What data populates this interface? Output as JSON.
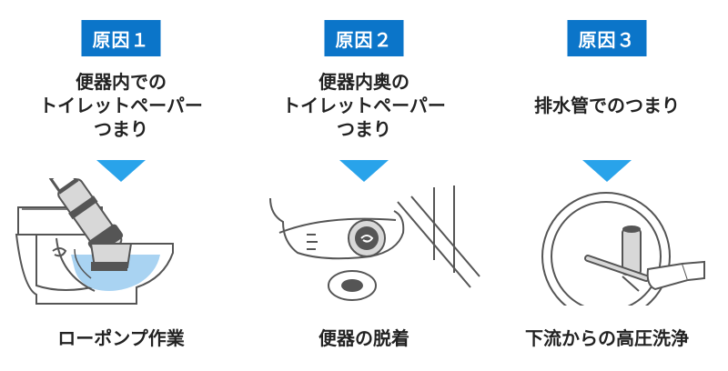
{
  "colors": {
    "badge_bg": "#0b75c9",
    "arrow": "#29a3ea",
    "water": "#a9d3f2",
    "line": "#555555",
    "fill_gray": "#d8d8d8"
  },
  "columns": [
    {
      "badge": "原因１",
      "cause_lines": [
        "便器内での",
        "トイレットペーパー",
        "つまり"
      ],
      "illustration": "plunger-in-toilet-illustration",
      "remedy": "ローポンプ作業"
    },
    {
      "badge": "原因２",
      "cause_lines": [
        "便器内奥の",
        "トイレットペーパー",
        "つまり"
      ],
      "illustration": "toilet-detached-illustration",
      "remedy": "便器の脱着"
    },
    {
      "badge": "原因３",
      "cause_lines": [
        "排水管でのつまり"
      ],
      "illustration": "high-pressure-washing-illustration",
      "remedy": "下流からの高圧洗浄"
    }
  ]
}
